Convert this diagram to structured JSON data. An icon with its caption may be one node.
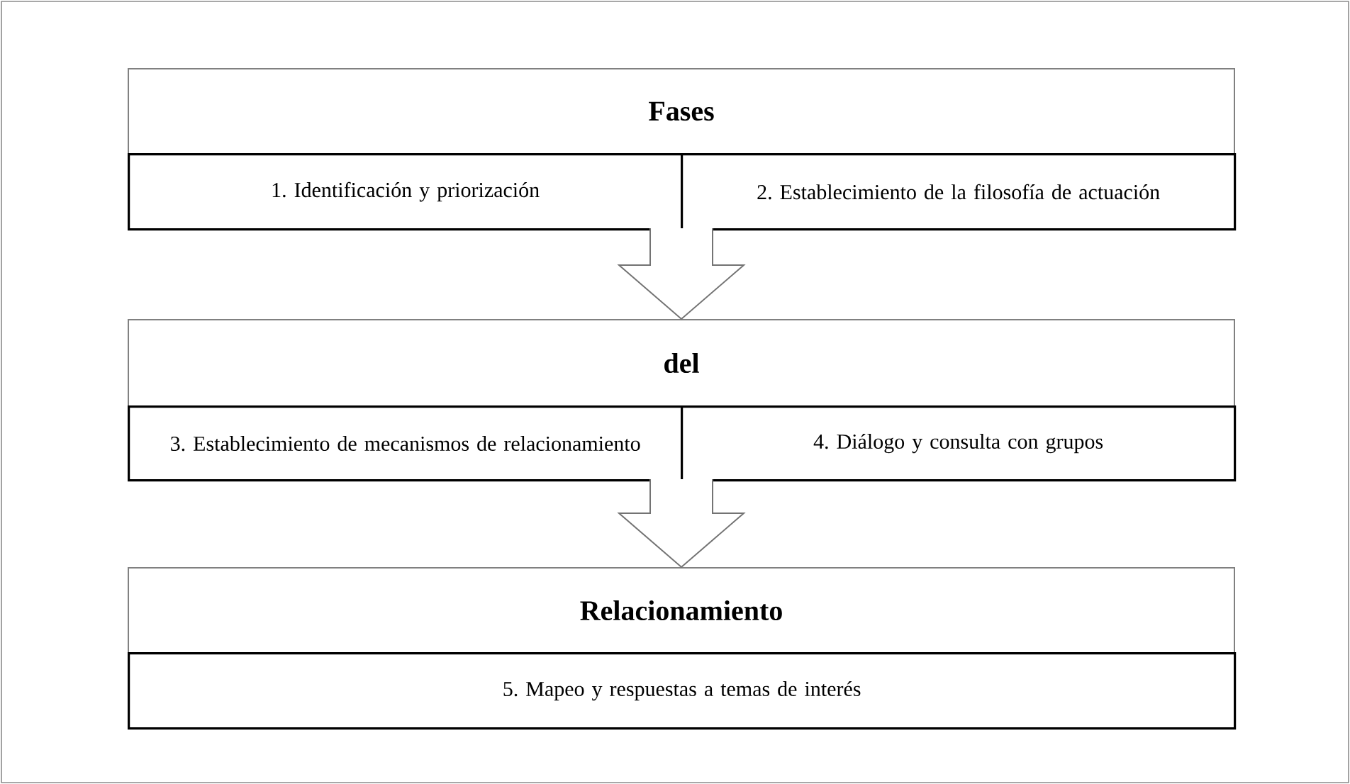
{
  "diagram": {
    "nodes": [
      {
        "text": [
          "Fases"
        ]
      },
      {
        "text": [
          "1. Identificación y priorización"
        ]
      },
      {
        "text": [
          "2. Establecimiento de la filosofía de actuación"
        ]
      },
      {
        "text": [
          "del"
        ]
      },
      {
        "text": [
          "3. Establecimiento de mecanismos de relacionamiento"
        ]
      },
      {
        "text": [
          "4. Diálogo y consulta con grupos"
        ]
      },
      {
        "text": [
          "Relacionamiento"
        ]
      },
      {
        "text": [
          "5. Mapeo y respuestas a temas de interés"
        ]
      }
    ],
    "edges": [
      {
        "from": 0,
        "to": 3,
        "arrow": "to"
      },
      {
        "from": 3,
        "to": 6,
        "arrow": "to"
      }
    ]
  }
}
